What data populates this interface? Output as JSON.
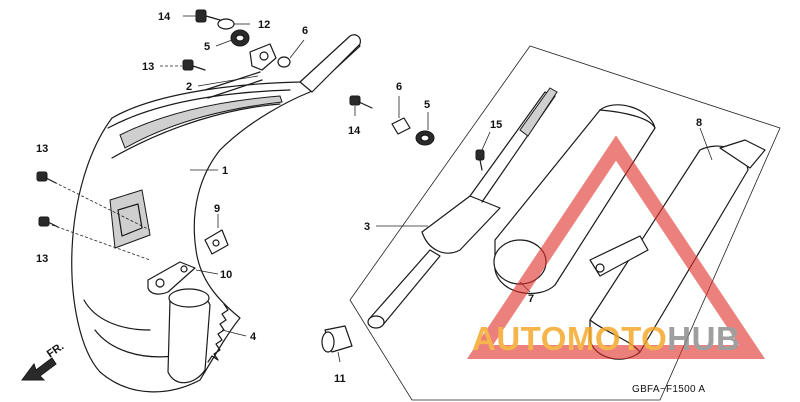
{
  "diagram": {
    "callouts": [
      {
        "id": "c14a",
        "label": "14"
      },
      {
        "id": "c12",
        "label": "12"
      },
      {
        "id": "c5a",
        "label": "5"
      },
      {
        "id": "c6a",
        "label": "6"
      },
      {
        "id": "c13a",
        "label": "13"
      },
      {
        "id": "c2",
        "label": "2"
      },
      {
        "id": "c13b",
        "label": "13"
      },
      {
        "id": "c1",
        "label": "1"
      },
      {
        "id": "c13c",
        "label": "13"
      },
      {
        "id": "c9",
        "label": "9"
      },
      {
        "id": "c10",
        "label": "10"
      },
      {
        "id": "c4",
        "label": "4"
      },
      {
        "id": "c6b",
        "label": "6"
      },
      {
        "id": "c5b",
        "label": "5"
      },
      {
        "id": "c14b",
        "label": "14"
      },
      {
        "id": "c15",
        "label": "15"
      },
      {
        "id": "c3",
        "label": "3"
      },
      {
        "id": "c8",
        "label": "8"
      },
      {
        "id": "c7",
        "label": "7"
      },
      {
        "id": "c11",
        "label": "11"
      }
    ],
    "front_marker": "FR.",
    "diagram_code": "GBFA−F1500 A"
  },
  "watermark": {
    "part1": "AUTO",
    "part2": "MOTO",
    "part3": "HUB",
    "color_orange": "#f5a623",
    "color_red": "#e0302a",
    "color_gray": "#8a8a8a"
  }
}
